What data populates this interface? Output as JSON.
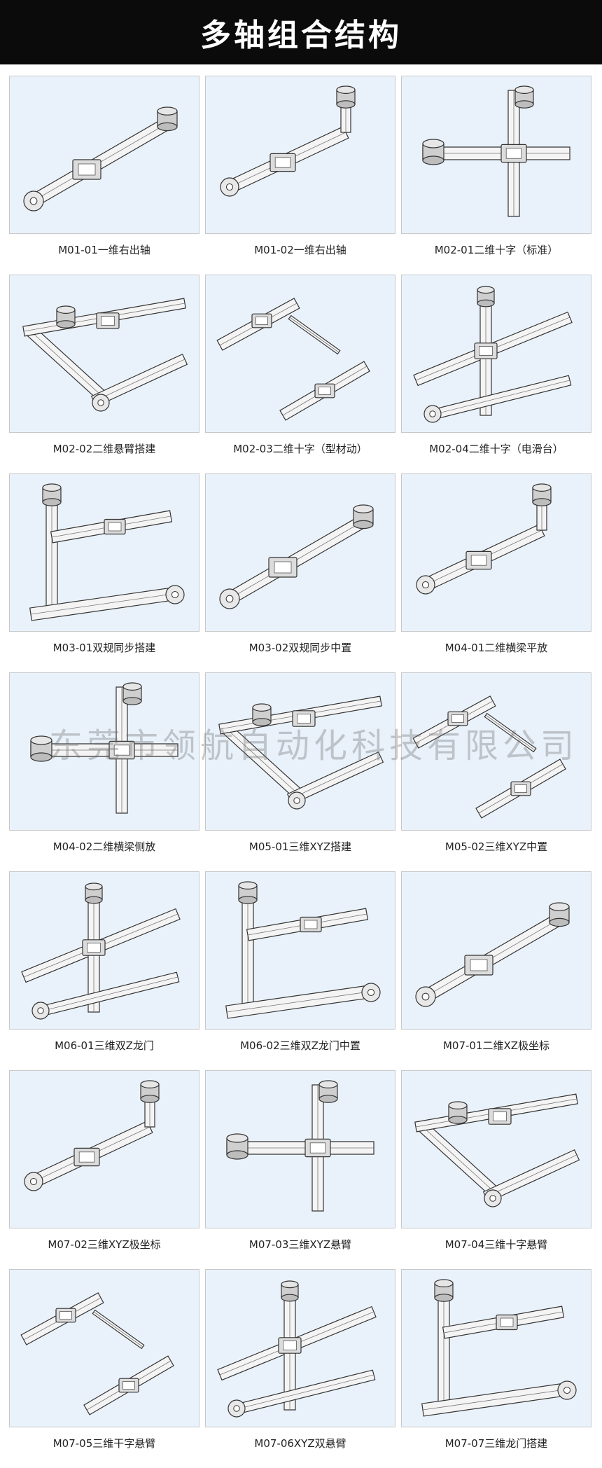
{
  "header": {
    "title": "多轴组合结构"
  },
  "watermark": "东莞市领航自动化科技有限公司",
  "items": [
    {
      "caption": "M01-01一维右出轴",
      "icon": "single-axis-module-icon"
    },
    {
      "caption": "M01-02一维右出轴",
      "icon": "single-axis-module-icon"
    },
    {
      "caption": "M02-01二维十字（标准）",
      "icon": "cross-axis-module-icon"
    },
    {
      "caption": "M02-02二维悬臂搭建",
      "icon": "cantilever-module-icon"
    },
    {
      "caption": "M02-03二维十字（型材动）",
      "icon": "cross-axis-module-icon"
    },
    {
      "caption": "M02-04二维十字（电滑台）",
      "icon": "cross-axis-module-icon"
    },
    {
      "caption": "M03-01双规同步搭建",
      "icon": "dual-rail-module-icon"
    },
    {
      "caption": "M03-02双规同步中置",
      "icon": "dual-rail-module-icon"
    },
    {
      "caption": "M04-01二维横梁平放",
      "icon": "beam-module-icon"
    },
    {
      "caption": "M04-02二维横梁侧放",
      "icon": "beam-module-icon"
    },
    {
      "caption": "M05-01三维XYZ搭建",
      "icon": "xyz-module-icon"
    },
    {
      "caption": "M05-02三维XYZ中置",
      "icon": "xyz-module-icon"
    },
    {
      "caption": "M06-01三维双Z龙门",
      "icon": "gantry-module-icon"
    },
    {
      "caption": "M06-02三维双Z龙门中置",
      "icon": "gantry-module-icon"
    },
    {
      "caption": "M07-01二维XZ极坐标",
      "icon": "polar-module-icon"
    },
    {
      "caption": "M07-02三维XYZ极坐标",
      "icon": "polar-module-icon"
    },
    {
      "caption": "M07-03三维XYZ悬臂",
      "icon": "cantilever-module-icon"
    },
    {
      "caption": "M07-04三维十字悬臂",
      "icon": "cantilever-module-icon"
    },
    {
      "caption": "M07-05三维干字悬臂",
      "icon": "cantilever-module-icon"
    },
    {
      "caption": "M07-06XYZ双悬臂",
      "icon": "cantilever-module-icon"
    },
    {
      "caption": "M07-07三维龙门搭建",
      "icon": "gantry-module-icon"
    }
  ]
}
